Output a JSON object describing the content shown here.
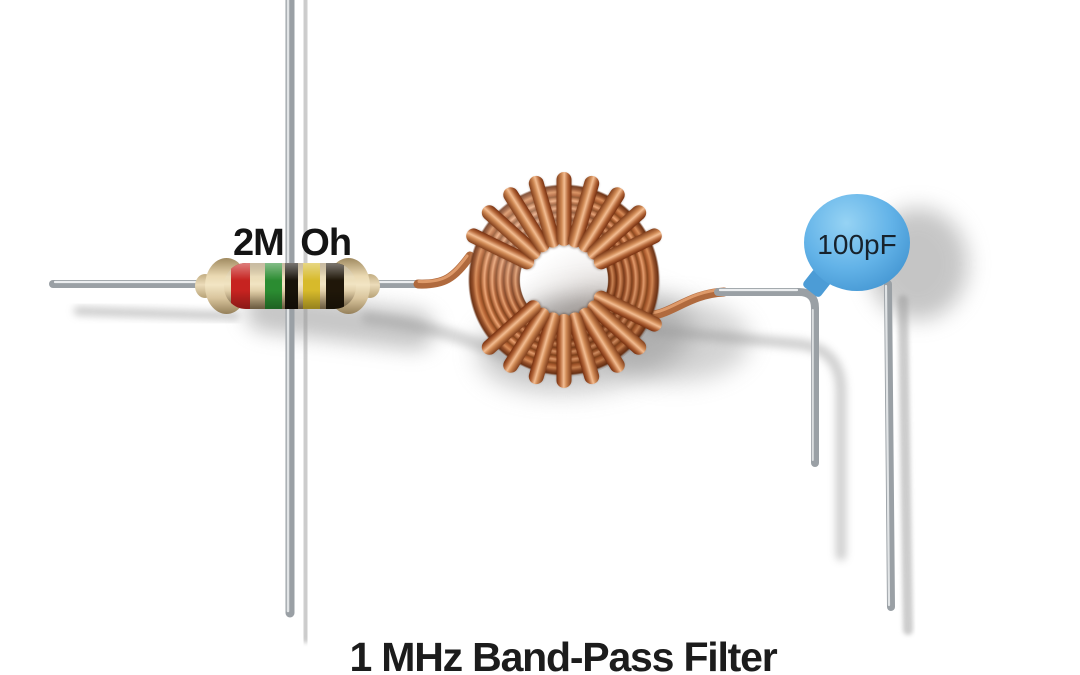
{
  "title": {
    "text": "1 MHz Band-Pass Filter"
  },
  "components": {
    "resistor": {
      "label": "2M Oh",
      "band_colors": [
        "red",
        "green",
        "black",
        "yellow",
        "black"
      ],
      "band_hex": [
        "#c62320",
        "#2b8c31",
        "#171209",
        "#d7ba2b",
        "#201709"
      ],
      "body_hex": "#ead9b2"
    },
    "inductor": {
      "type": "toroidal-coil",
      "copper_hex": "#b96d3f"
    },
    "capacitor": {
      "label": "100pF",
      "disc_hex": "#5aa9e0"
    },
    "wires": {
      "metal_hex": "#9aa0a5"
    }
  }
}
